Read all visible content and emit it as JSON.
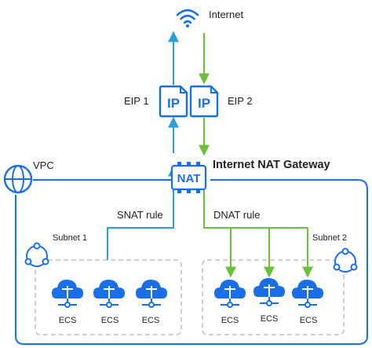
{
  "internet": {
    "label": "Internet",
    "icon": "wifi-icon"
  },
  "eips": [
    {
      "label": "EIP 1",
      "icon_text": "IP"
    },
    {
      "label": "EIP 2",
      "icon_text": "IP"
    }
  ],
  "nat_gateway": {
    "label": "Internet NAT Gateway",
    "icon_text": "NAT"
  },
  "vpc": {
    "label": "VPC",
    "icon": "globe-icon"
  },
  "snat_rule": "SNAT rule",
  "dnat_rule": "DNAT rule",
  "subnets": [
    {
      "label": "Subnet 1",
      "icon": "subnet-icon",
      "ecs": [
        "ECS",
        "ECS",
        "ECS"
      ]
    },
    {
      "label": "Subnet 2",
      "icon": "subnet-icon",
      "ecs": [
        "ECS",
        "ECS",
        "ECS"
      ]
    }
  ],
  "colors": {
    "blue": "#1a6fe6",
    "snat_line": "#2a9fd8",
    "dnat_line": "#6cbf3a",
    "dashed_border": "#c2c2c2",
    "text": "#1f1f1f"
  }
}
